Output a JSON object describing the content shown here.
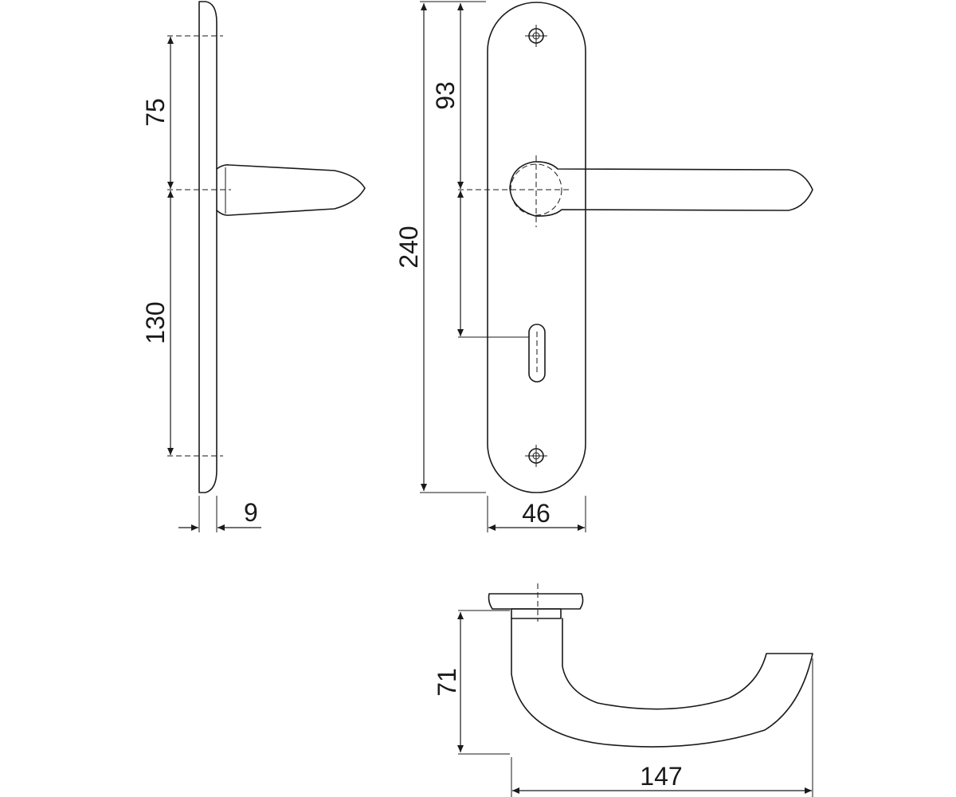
{
  "dimensions": {
    "side_upper": "75",
    "side_lower": "130",
    "side_thickness": "9",
    "front_height": "240",
    "front_upper": "93",
    "front_width": "46",
    "top_height": "71",
    "top_length": "147"
  },
  "colors": {
    "line": "#1a1a1a",
    "background": "#ffffff"
  }
}
